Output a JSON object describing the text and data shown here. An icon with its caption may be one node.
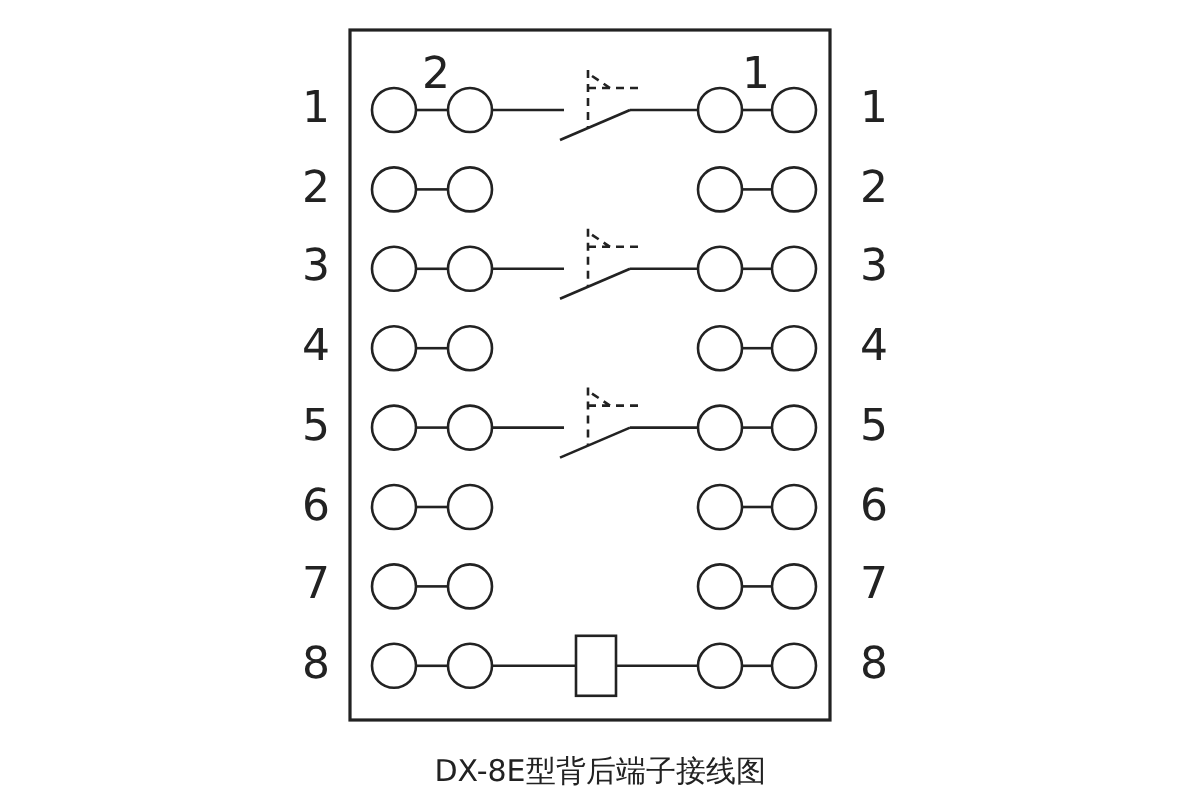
{
  "diagram": {
    "caption": "DX-8E型背后端子接线图",
    "labels": [
      "2",
      "1",
      "1",
      "1",
      "2",
      "2",
      "3",
      "3",
      "4",
      "4",
      "5",
      "5",
      "6",
      "6",
      "7",
      "7",
      "8",
      "8"
    ]
  }
}
